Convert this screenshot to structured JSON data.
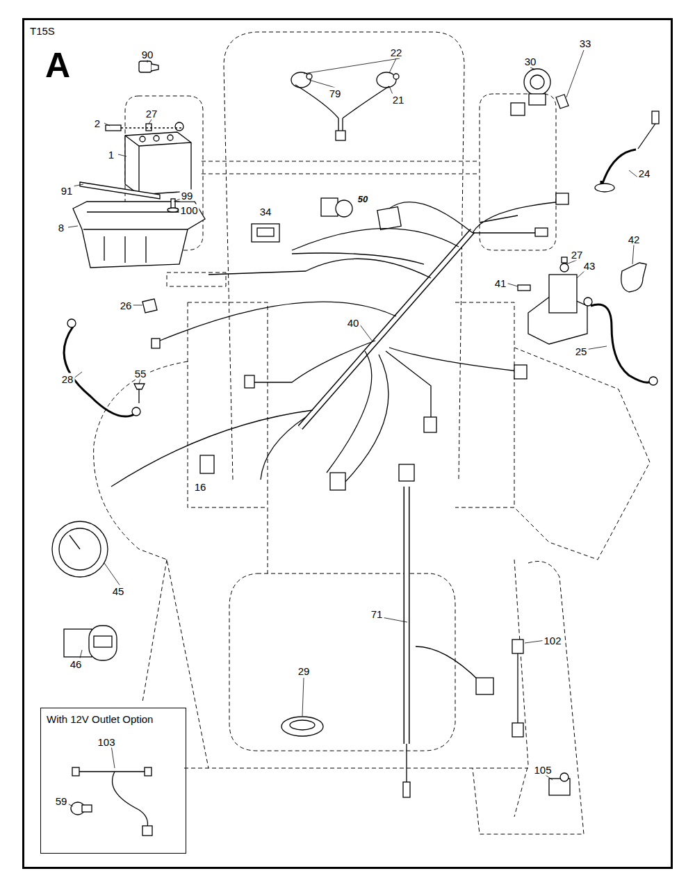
{
  "diagram": {
    "nodes": [
      {
        "text": [
          "T15S",
          "A"
        ]
      },
      {
        "text": [
          "With 12V Outlet Option"
        ],
        "in": 0
      }
    ],
    "labels": [
      "90",
      "22",
      "33",
      "30",
      "79",
      "21",
      "2",
      "27",
      "1",
      "24",
      "91",
      "99",
      "100",
      "8",
      "50",
      "34",
      "42",
      "27",
      "43",
      "41",
      "26",
      "40",
      "55",
      "28",
      "25",
      "16",
      "45",
      "71",
      "102",
      "46",
      "29",
      "103",
      "105",
      "59"
    ]
  }
}
